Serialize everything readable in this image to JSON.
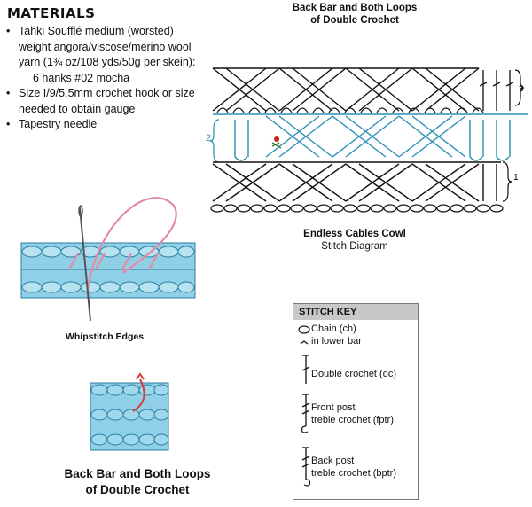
{
  "materials": {
    "title": "MATERIALS",
    "items": [
      {
        "lines": [
          "Tahki Soufflé medium  (worsted)",
          "weight angora/viscose/merino wool",
          "yarn (1¾ oz/108 yds/50g per skein):"
        ],
        "indent": "6 hanks #02 mocha"
      },
      {
        "lines": [
          "Size I/9/5.5mm crochet hook or size",
          "needed to obtain gauge"
        ],
        "indent": ""
      },
      {
        "lines": [
          "Tapestry needle"
        ],
        "indent": ""
      }
    ]
  },
  "stitch_diagram": {
    "top_title_line1": "Back Bar and Both Loops",
    "top_title_line2": "of Double Crochet",
    "row_labels": {
      "row1": "1",
      "row2": "2",
      "row3": "3"
    },
    "title": "Endless Cables Cowl",
    "subtitle": "Stitch Diagram",
    "colors": {
      "stitches": "#111111",
      "row2": "#2a8fb5",
      "marker": "#cc2222"
    }
  },
  "whipstitch": {
    "label": "Whipstitch Edges",
    "colors": {
      "yarn": "#e58aa6",
      "fabric": "#8fd0e6"
    }
  },
  "back_bar": {
    "title_line1": "Back Bar and Both Loops",
    "title_line2": "of Double Crochet"
  },
  "stitch_key": {
    "header": "STITCH KEY",
    "chain": "Chain (ch)",
    "lower_bar": "in lower bar",
    "dc": "Double crochet (dc)",
    "fptr_line1": "Front post",
    "fptr_line2": "treble crochet (fptr)",
    "bptr_line1": "Back post",
    "bptr_line2": "treble crochet (bptr)"
  }
}
